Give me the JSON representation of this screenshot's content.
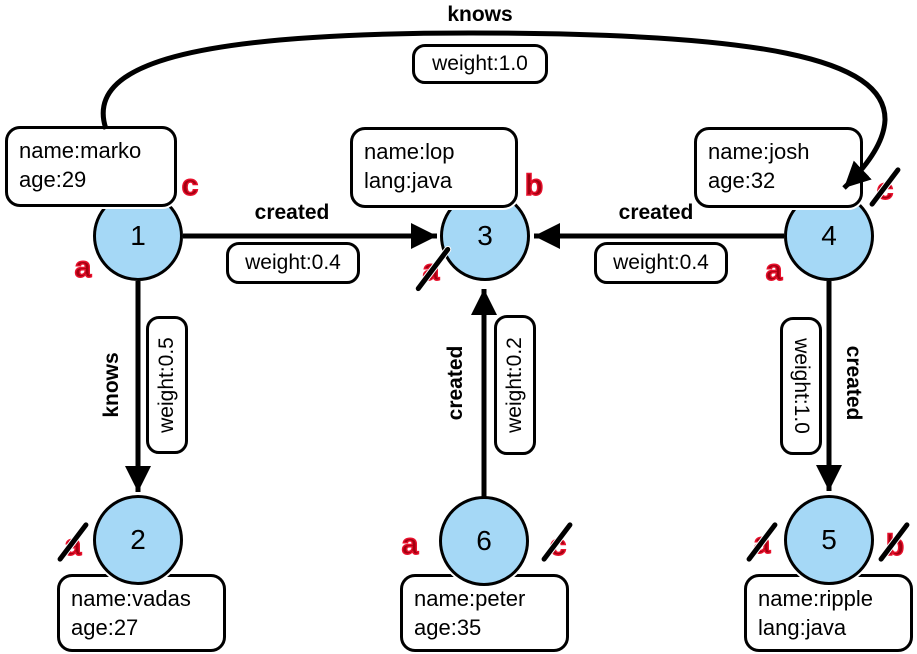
{
  "graph": {
    "description": "directed property graph with six vertices",
    "nodes": {
      "n1": {
        "label": "1",
        "prop1": "name:marko",
        "prop2": "age:29"
      },
      "n2": {
        "label": "2",
        "prop1": "name:vadas",
        "prop2": "age:27"
      },
      "n3": {
        "label": "3",
        "prop1": "name:lop",
        "prop2": "lang:java"
      },
      "n4": {
        "label": "4",
        "prop1": "name:josh",
        "prop2": "age:32"
      },
      "n5": {
        "label": "5",
        "prop1": "name:ripple",
        "prop2": "lang:java"
      },
      "n6": {
        "label": "6",
        "prop1": "name:peter",
        "prop2": "age:35"
      }
    },
    "edges": {
      "e1_4": {
        "from": "1",
        "to": "4",
        "label": "knows",
        "weight": "weight:1.0"
      },
      "e1_3": {
        "from": "1",
        "to": "3",
        "label": "created",
        "weight": "weight:0.4"
      },
      "e4_3": {
        "from": "4",
        "to": "3",
        "label": "created",
        "weight": "weight:0.4"
      },
      "e1_2": {
        "from": "1",
        "to": "2",
        "label": "knows",
        "weight": "weight:0.5"
      },
      "e6_3": {
        "from": "6",
        "to": "3",
        "label": "created",
        "weight": "weight:0.2"
      },
      "e4_5": {
        "from": "4",
        "to": "5",
        "label": "created",
        "weight": "weight:1.0"
      }
    },
    "step_markers": {
      "n1_left": {
        "letter": "a",
        "crossed": false
      },
      "n1_right": {
        "letter": "c",
        "crossed": false
      },
      "n2_left": {
        "letter": "a",
        "crossed": true
      },
      "n3_left": {
        "letter": "a",
        "crossed": true
      },
      "n3_right": {
        "letter": "b",
        "crossed": false
      },
      "n4_left": {
        "letter": "a",
        "crossed": false
      },
      "n4_right": {
        "letter": "c",
        "crossed": true
      },
      "n5_left": {
        "letter": "a",
        "crossed": true
      },
      "n5_right": {
        "letter": "b",
        "crossed": true
      },
      "n6_left": {
        "letter": "a",
        "crossed": false
      },
      "n6_right": {
        "letter": "c",
        "crossed": true
      }
    },
    "colors": {
      "node_fill": "#a5d8f6",
      "node_border": "#000000",
      "edge": "#000000",
      "marker_red": "#cc0011",
      "box_bg": "#ffffff"
    }
  }
}
